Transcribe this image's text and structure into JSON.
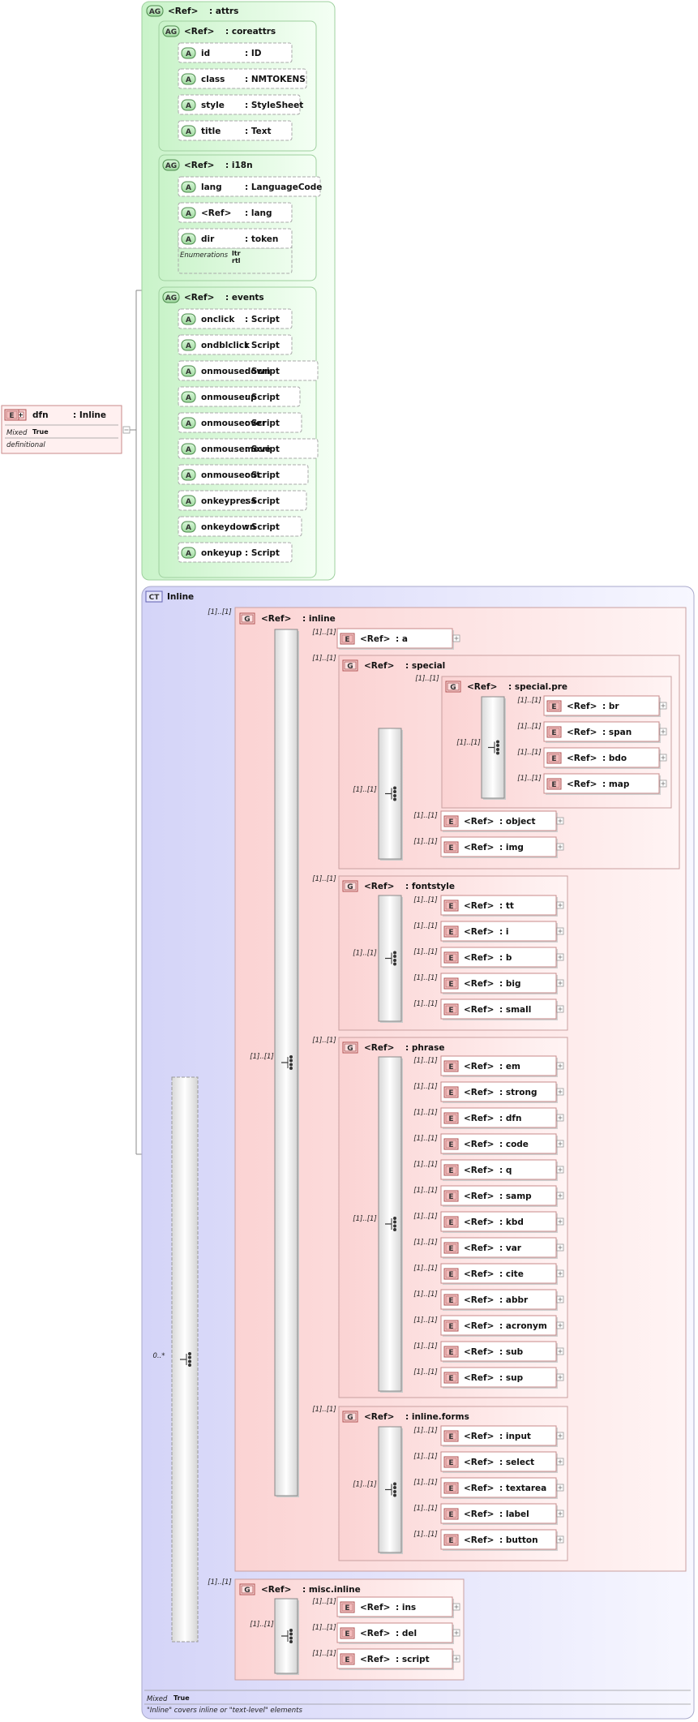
{
  "root": {
    "kind": "E",
    "name": "dfn",
    "type": ": Inline",
    "mixed_label": "Mixed",
    "mixed_value": "True",
    "note": "definitional"
  },
  "ref": "<Ref>",
  "attrs": {
    "title": ": attrs",
    "groups": [
      {
        "name": ": coreattrs",
        "attrs": [
          {
            "n": "id",
            "t": ": ID"
          },
          {
            "n": "class",
            "t": ": NMTOKENS"
          },
          {
            "n": "style",
            "t": ": StyleSheet"
          },
          {
            "n": "title",
            "t": ": Text"
          }
        ]
      },
      {
        "name": ": i18n",
        "attrs": [
          {
            "n": "lang",
            "t": ": LanguageCode"
          },
          {
            "n": "<Ref>",
            "t": ": lang"
          },
          {
            "n": "dir",
            "t": ": token"
          }
        ],
        "enum_label": "Enumerations",
        "enums": [
          "ltr",
          "rtl"
        ]
      },
      {
        "name": ": events",
        "attrs": [
          {
            "n": "onclick",
            "t": ": Script"
          },
          {
            "n": "ondblclick",
            "t": ": Script"
          },
          {
            "n": "onmousedown",
            "t": ": Script"
          },
          {
            "n": "onmouseup",
            "t": ": Script"
          },
          {
            "n": "onmouseover",
            "t": ": Script"
          },
          {
            "n": "onmousemove",
            "t": ": Script"
          },
          {
            "n": "onmouseout",
            "t": ": Script"
          },
          {
            "n": "onkeypress",
            "t": ": Script"
          },
          {
            "n": "onkeydown",
            "t": ": Script"
          },
          {
            "n": "onkeyup",
            "t": ": Script"
          }
        ]
      }
    ]
  },
  "complex_type": {
    "name": "Inline",
    "choice_card": "0..*",
    "mixed_label": "Mixed",
    "mixed_value": "True",
    "note": "\"Inline\" covers inline or \"text-level\" elements",
    "card": "[1]..[1]",
    "inline_group": {
      "name": ": inline",
      "a": ": a",
      "special": {
        "name": ": special",
        "pre": {
          "name": ": special.pre",
          "items": [
            ": br",
            ": span",
            ": bdo",
            ": map"
          ]
        },
        "items": [
          ": object",
          ": img"
        ]
      },
      "fontstyle": {
        "name": ": fontstyle",
        "items": [
          ": tt",
          ": i",
          ": b",
          ": big",
          ": small"
        ]
      },
      "phrase": {
        "name": ": phrase",
        "items": [
          ": em",
          ": strong",
          ": dfn",
          ": code",
          ": q",
          ": samp",
          ": kbd",
          ": var",
          ": cite",
          ": abbr",
          ": acronym",
          ": sub",
          ": sup"
        ]
      },
      "forms": {
        "name": ": inline.forms",
        "items": [
          ": input",
          ": select",
          ": textarea",
          ": label",
          ": button"
        ]
      }
    },
    "misc_group": {
      "name": ": misc.inline",
      "items": [
        ": ins",
        ": del",
        ": script"
      ]
    }
  },
  "icons": {
    "E": "E",
    "A": "A",
    "AG": "AG",
    "G": "G",
    "CT": "CT"
  },
  "colors": {
    "attr_fill": "#e8fbe8",
    "attr_border": "#8fc98f",
    "ct_fill": "#dcdcfb",
    "group_fill": "#fde0e0",
    "group_border": "#c9a0a0",
    "elem_border": "#c98080"
  }
}
